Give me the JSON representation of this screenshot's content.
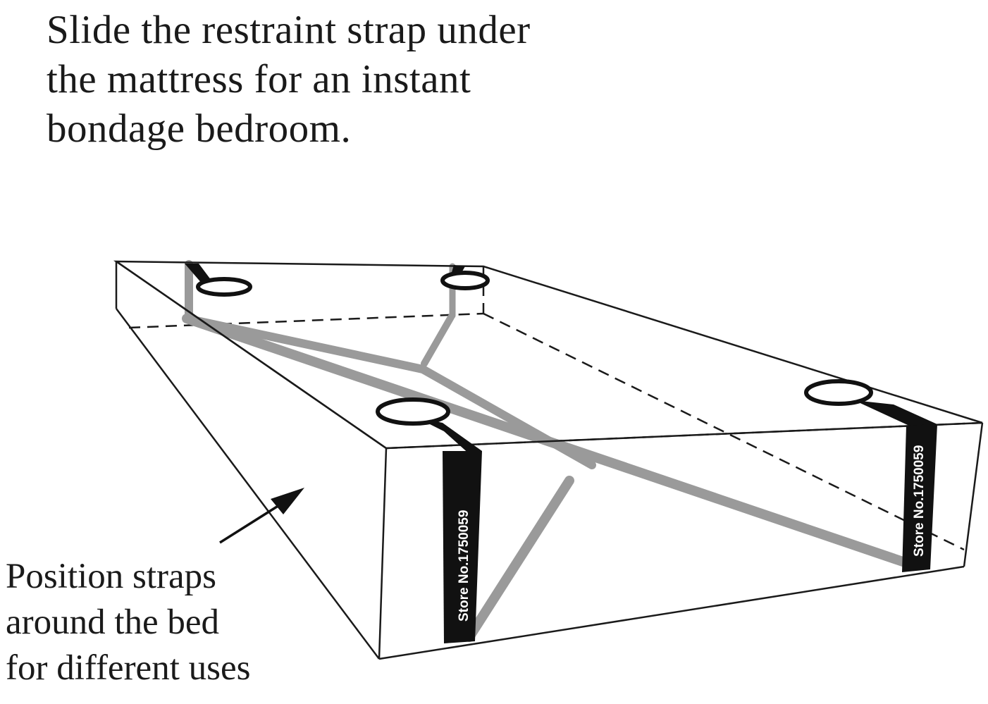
{
  "headline": {
    "line1": "Slide the restraint strap under",
    "line2": "the mattress for an instant",
    "line3": "bondage bedroom."
  },
  "caption": {
    "line1": "Position straps",
    "line2": "around the bed",
    "line3": "for different uses"
  },
  "strap_labels": {
    "front_left": "Store No.1750059",
    "front_right": "Store No.1750059"
  },
  "colors": {
    "outline": "#1a1a1a",
    "strap": "#111111",
    "strap_shadow": "#9a9a9a",
    "background": "#ffffff"
  }
}
